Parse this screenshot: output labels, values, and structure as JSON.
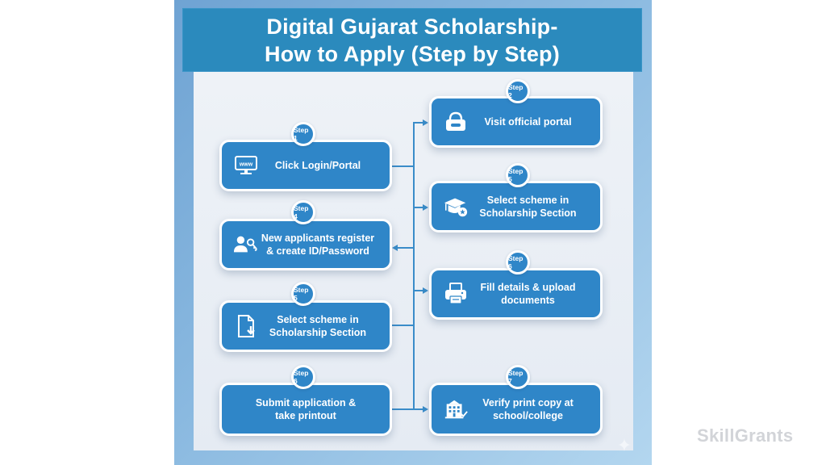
{
  "title": {
    "line1": "Digital Gujarat Scholarship-",
    "line2": "How to Apply (Step by Step)"
  },
  "colors": {
    "frame_gradient": [
      "#6fa3d3",
      "#b3d6ef"
    ],
    "title_bar": "#2b8abd",
    "card": "#2f86c8",
    "inner_background": "#eef2f7",
    "connector": "#3a8cc9",
    "watermark": "#d2d4d8"
  },
  "steps": {
    "left": [
      {
        "badge": "Step 1",
        "icon": "computer-www-icon",
        "line1": "Click Login/Portal",
        "line2": ""
      },
      {
        "badge": "Step 4",
        "icon": "user-key-icon",
        "line1": "New applicants register",
        "line2": "& create ID/Password"
      },
      {
        "badge": "Step 5",
        "icon": "document-download-icon",
        "line1": "Select scheme in",
        "line2": "Scholarship Section"
      },
      {
        "badge": "Step 6",
        "icon": "",
        "line1": "Submit application &",
        "line2": "take printout"
      }
    ],
    "right": [
      {
        "badge": "Step 2",
        "icon": "lock-portal-icon",
        "line1": "Visit official portal",
        "line2": ""
      },
      {
        "badge": "Step 5",
        "icon": "graduation-cap-icon",
        "line1": "Select scheme in",
        "line2": "Scholarship Section"
      },
      {
        "badge": "Step 6",
        "icon": "printer-icon",
        "line1": "Fill details & upload",
        "line2": "documents"
      },
      {
        "badge": "Step 7",
        "icon": "school-building-check-icon",
        "line1": "Verify print copy at",
        "line2": "school/college"
      }
    ]
  },
  "watermark": "SkillGrants",
  "sparkle_icon": "✦"
}
